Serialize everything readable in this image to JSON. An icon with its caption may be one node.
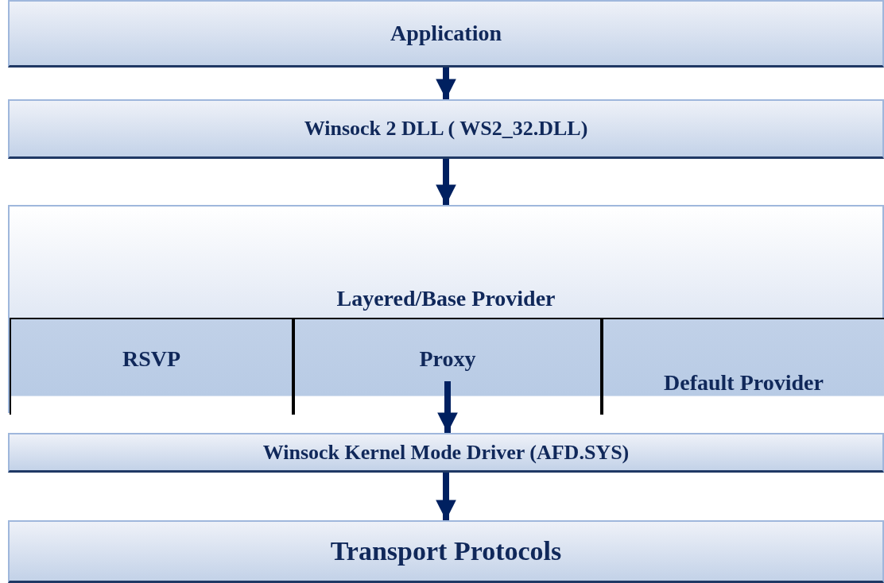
{
  "diagram": {
    "nodes": [
      {
        "text": [
          "Application"
        ]
      },
      {
        "text": [
          "Winsock 2 DLL ( WS2_32.DLL)"
        ]
      },
      {
        "text": [
          "Layered/Base Provider"
        ]
      },
      {
        "text": [
          "RSVP"
        ],
        "in": 2
      },
      {
        "text": [
          "Proxy"
        ],
        "in": 2
      },
      {
        "text": [
          "Default Provider"
        ],
        "in": 2
      },
      {
        "text": [
          "Winsock Kernel Mode Driver (AFD.SYS)"
        ]
      },
      {
        "text": [
          "Transport Protocols"
        ]
      }
    ],
    "edges": [
      {
        "from": 0,
        "to": 1,
        "arrow": "to"
      },
      {
        "from": 1,
        "to": 2,
        "arrow": "to"
      },
      {
        "from": 4,
        "to": 6,
        "arrow": "to"
      },
      {
        "from": 6,
        "to": 7,
        "arrow": "to"
      }
    ]
  }
}
